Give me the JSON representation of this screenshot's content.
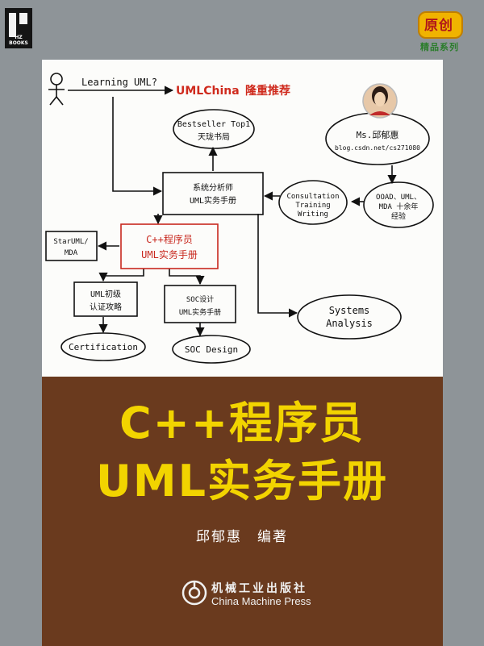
{
  "cover": {
    "publisher_logo_text": "HZ BOOKS",
    "series_badge": {
      "line1": "原创",
      "line2": "精品系列"
    },
    "endorsement": {
      "left": "UMLChina",
      "right": "隆重推荐"
    },
    "title_line1": "C++程序员",
    "title_line2": "UML实务手册",
    "author": "邱郁惠　编著",
    "publisher_cn": "机械工业出版社",
    "publisher_en": "China Machine Press"
  },
  "diagram": {
    "start": "Learning UML?",
    "bestseller": [
      "Bestseller Top1",
      "天珑书局"
    ],
    "author_card": [
      "Ms.邱郁惠",
      "blog.csdn.net/cs271080"
    ],
    "experience": [
      "OOAD、UML、",
      "MDA 十余年",
      "经验"
    ],
    "consultation": [
      "Consultation",
      "Training",
      "Writing"
    ],
    "analyst_book": [
      "系统分析师",
      "UML实务手册"
    ],
    "staruml": [
      "StarUML/",
      "MDA"
    ],
    "cpp_book": [
      "C++程序员",
      "UML实务手册"
    ],
    "intro_book": [
      "UML初级",
      "认证攻略"
    ],
    "soc_book": [
      "SOC设计",
      "UML实务手册"
    ],
    "systems": [
      "Systems",
      "Analysis"
    ],
    "certification": "Certification",
    "soc_design": "SOC Design"
  }
}
